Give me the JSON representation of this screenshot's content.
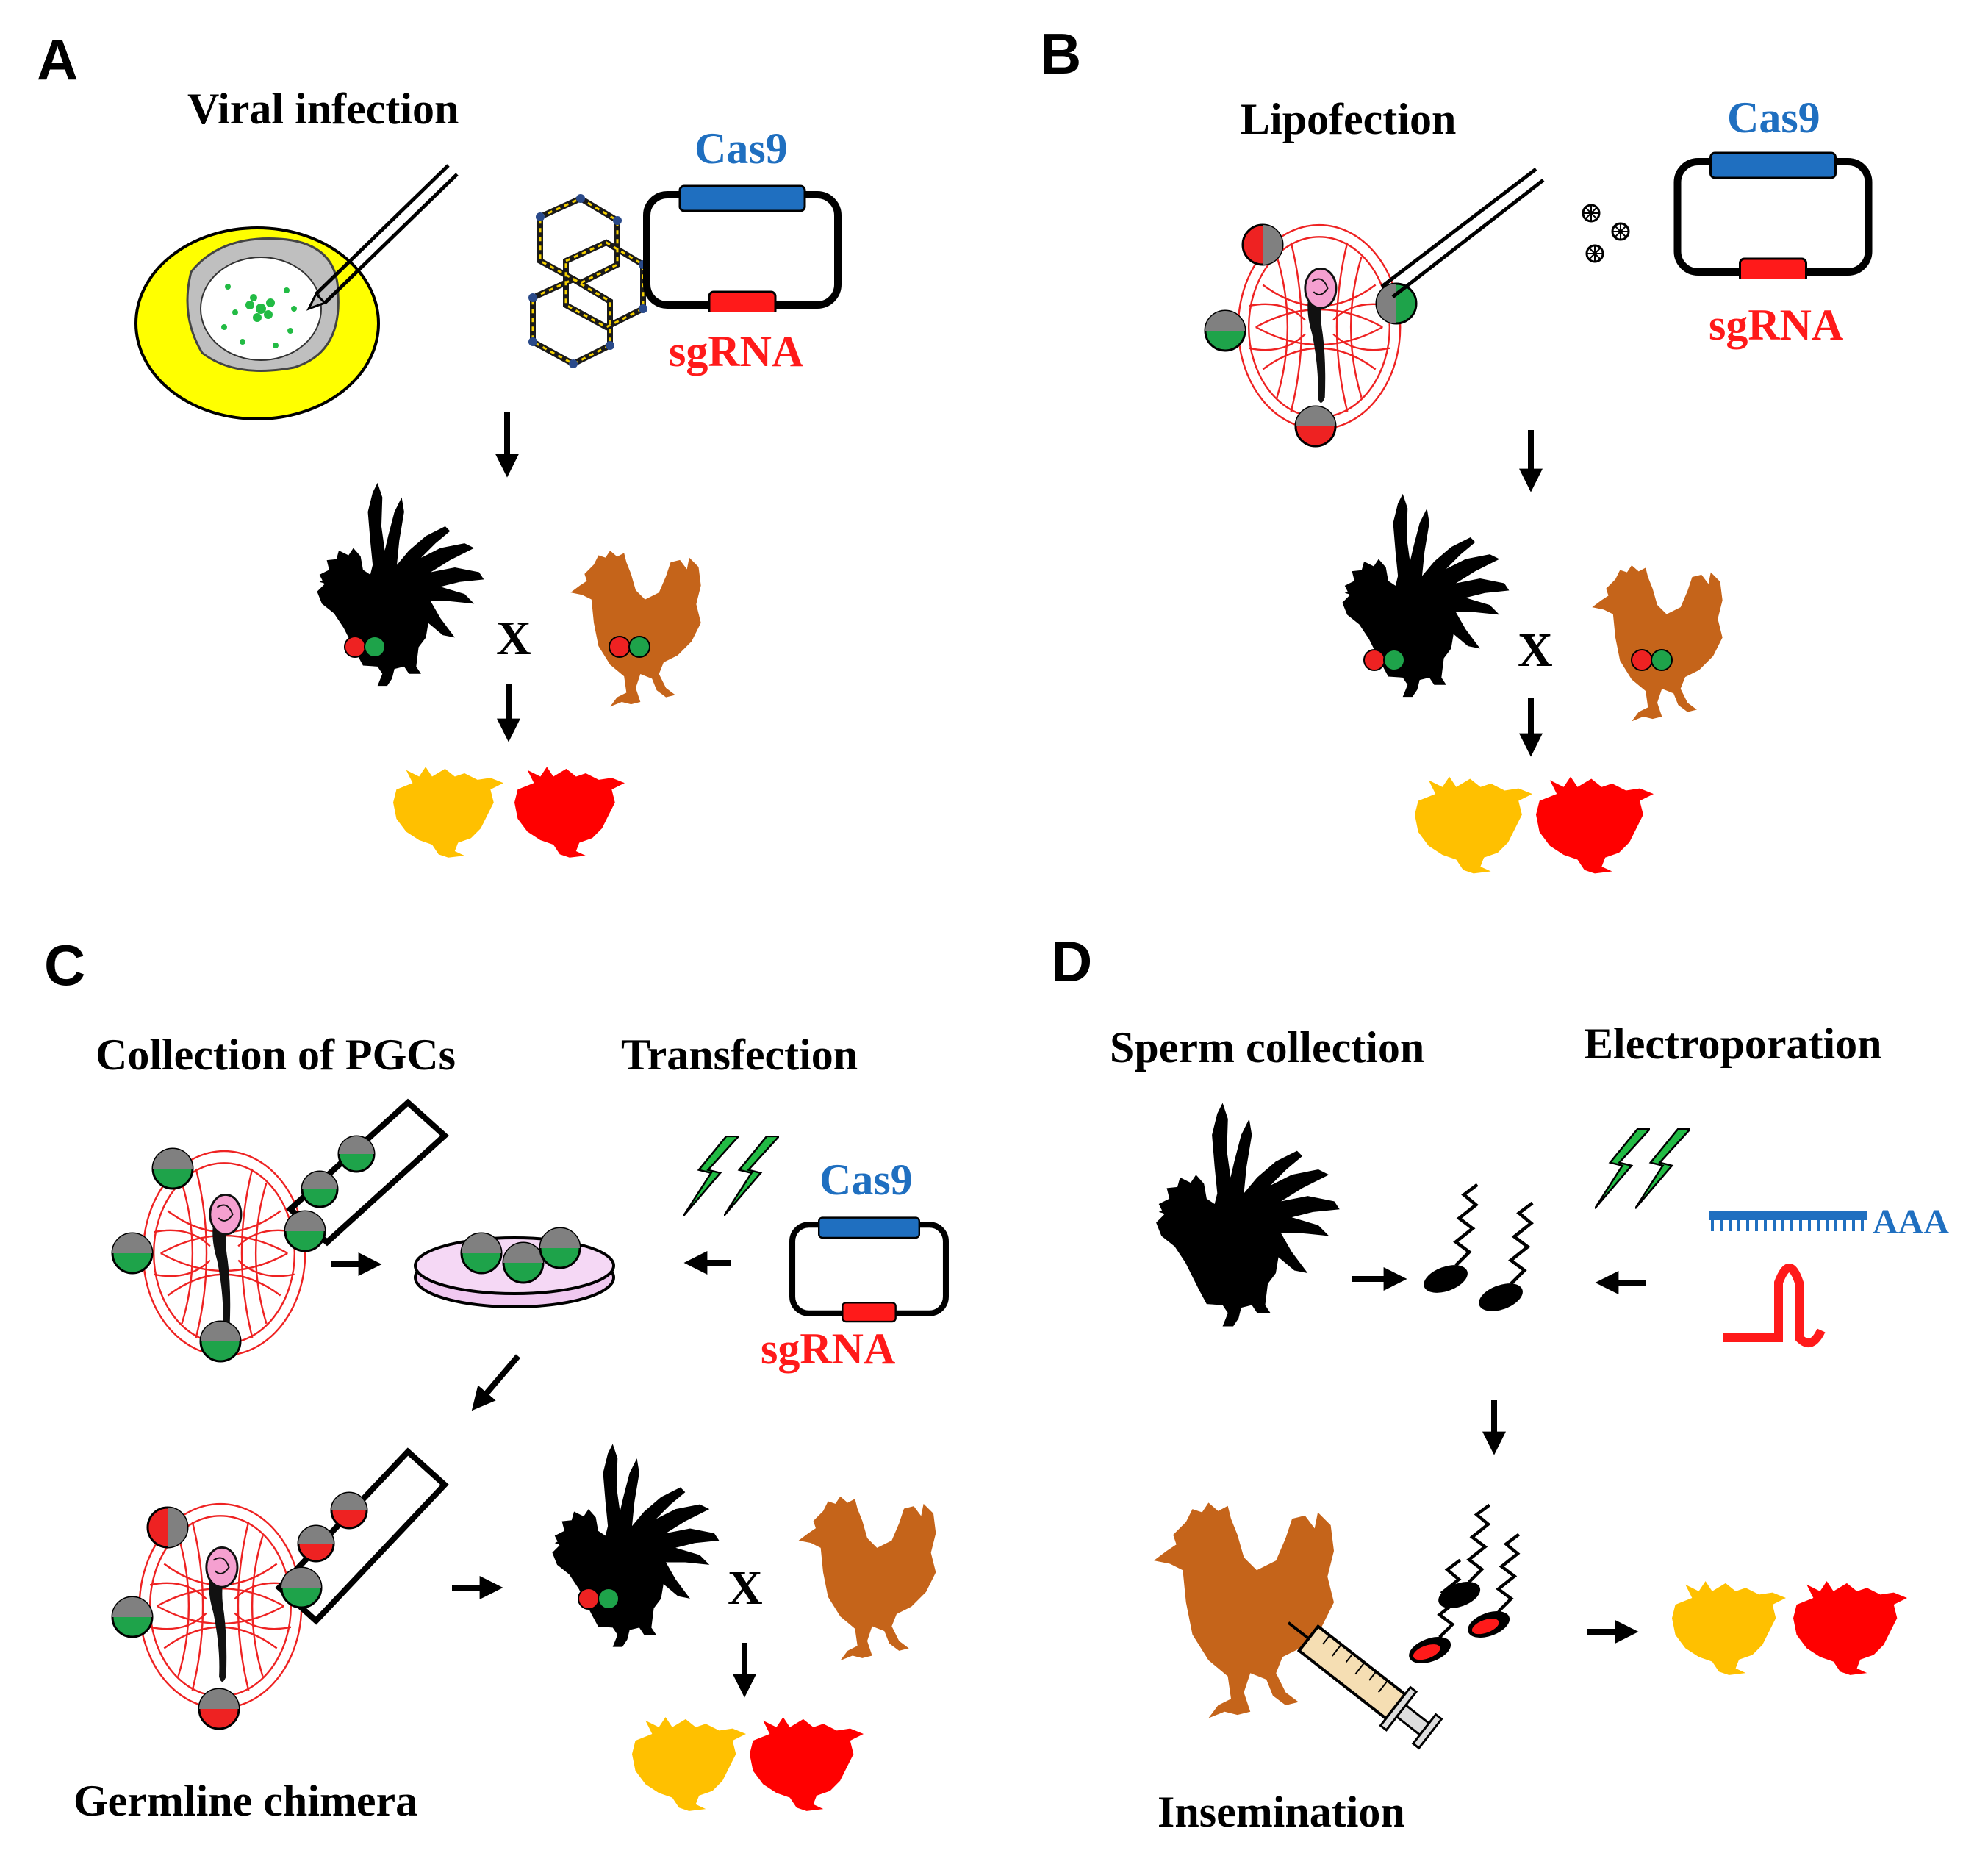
{
  "colors": {
    "cas9": "#1f6fc0",
    "sgrna": "#ff1a1a",
    "rooster": "#000000",
    "hen": "#c5641a",
    "chick_yellow": "#ffc000",
    "chick_red": "#ff0000",
    "embryo_red": "#ee2222",
    "cell_green": "#1ea34a",
    "cell_gray": "#808080",
    "yolk": "#ffff00",
    "lightning": "#22bb44",
    "dish": "#f0c8f0"
  },
  "panels": {
    "a": {
      "letter": "A",
      "method": "Viral infection",
      "cas9": "Cas9",
      "sgrna": "sgRNA",
      "cross": "X"
    },
    "b": {
      "letter": "B",
      "method": "Lipofection",
      "cas9": "Cas9",
      "sgrna": "sgRNA",
      "cross": "X"
    },
    "c": {
      "letter": "C",
      "collection": "Collection of PGCs",
      "transfection": "Transfection",
      "cas9": "Cas9",
      "sgrna": "sgRNA",
      "chimera": "Germline chimera",
      "cross": "X"
    },
    "d": {
      "letter": "D",
      "sperm": "Sperm collection",
      "electro": "Electroporation",
      "polya": "AAA",
      "insemination": "Insemination"
    }
  }
}
